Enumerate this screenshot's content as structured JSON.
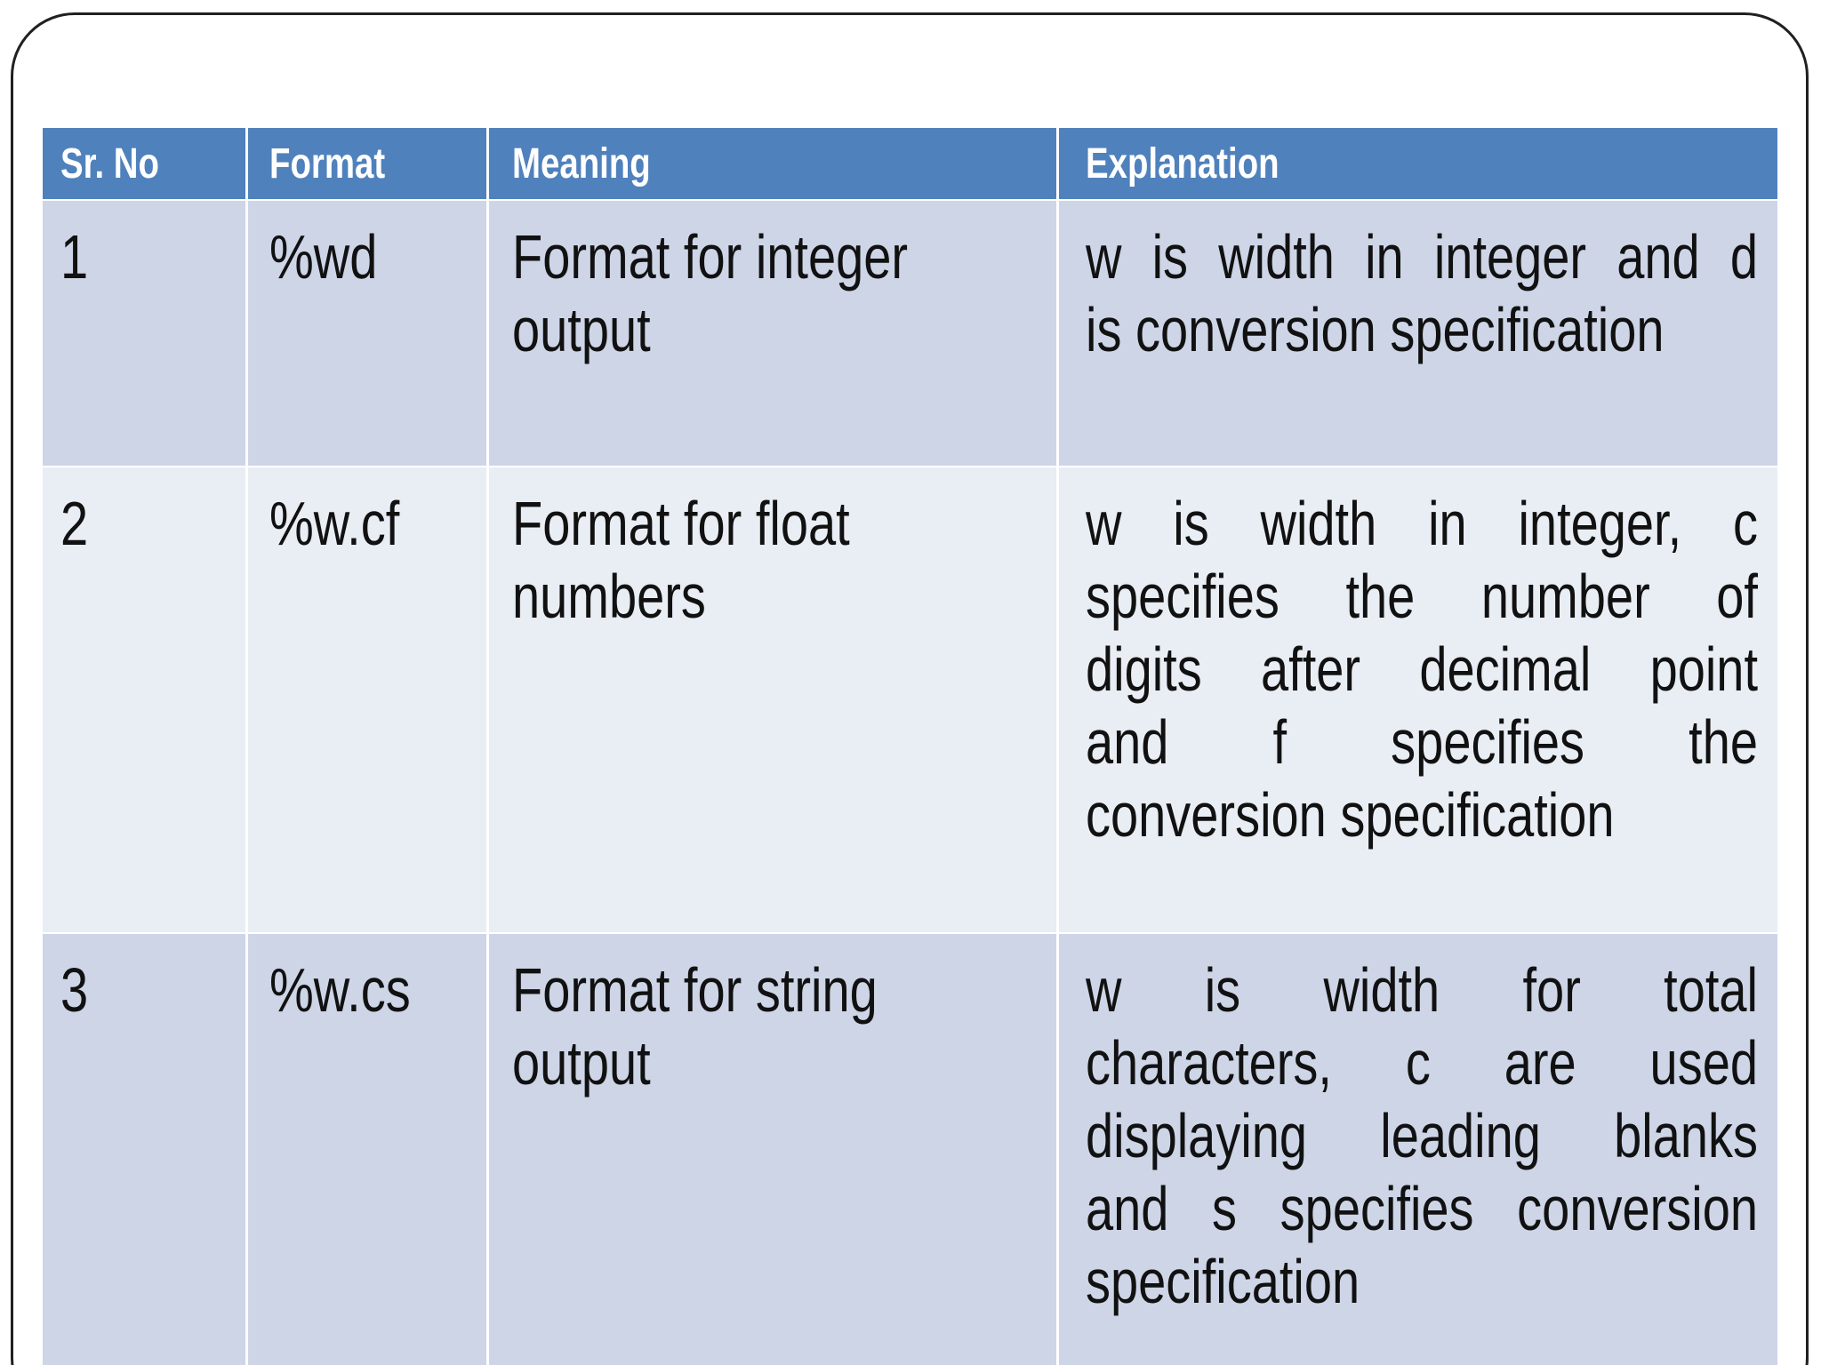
{
  "slide": {
    "kind": "presentation-slide",
    "colors": {
      "page_bg": "#FFFFFF",
      "slide_border": "#202020",
      "header_bg": "#4F81BD",
      "header_text": "#FFFFFF",
      "row_odd_bg": "#CDD5E7",
      "row_even_bg": "#E9EDF4",
      "body_text": "#111111"
    }
  },
  "table": {
    "headers": [
      "Sr. No",
      "Format",
      "Meaning",
      "Explanation"
    ],
    "rows": [
      {
        "sr": "1",
        "format": "%wd",
        "meaning_lines": [
          "Format for integer",
          "output"
        ],
        "explanation_lines": [
          "w is width in integer and d",
          "is conversion specification"
        ]
      },
      {
        "sr": "2",
        "format": "%w.cf",
        "meaning_lines": [
          "Format for float",
          "numbers"
        ],
        "explanation_lines": [
          "w is width in integer, c",
          "specifies the number of",
          "digits after decimal point",
          "and f specifies the",
          "conversion specification"
        ]
      },
      {
        "sr": "3",
        "format": "%w.cs",
        "meaning_lines": [
          "Format for string",
          "output"
        ],
        "explanation_lines": [
          "w is width for total",
          "characters, c are used",
          "displaying leading blanks",
          "and s specifies conversion",
          "specification"
        ]
      }
    ]
  }
}
